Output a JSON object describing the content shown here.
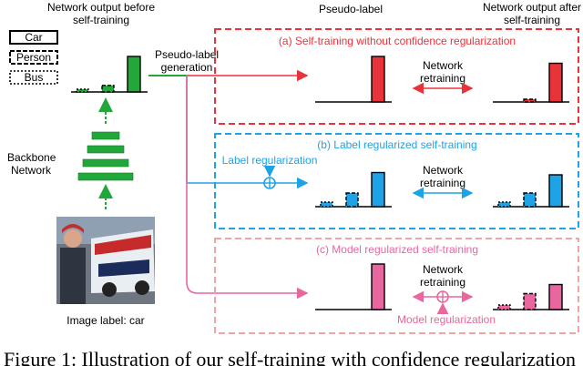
{
  "texts": {
    "net_output_before_line1": "Network output before",
    "net_output_before_line2": "self-training",
    "pseudo_label_header": "Pseudo-label",
    "net_output_after_line1": "Network output after",
    "net_output_after_line2": "self-training",
    "pseudo_gen_line1": "Pseudo-label",
    "pseudo_gen_line2": "generation",
    "backbone_line1": "Backbone",
    "backbone_line2": "Network",
    "image_label": "Image label: car",
    "caption": "Figure 1: Illustration of our self-training with confidence regularization"
  },
  "legend": {
    "car": "Car",
    "person": "Person",
    "bus": "Bus"
  },
  "panels": {
    "a": {
      "title": "(a) Self-training without confidence regularization",
      "retrain_line1": "Network",
      "retrain_line2": "retraining",
      "color": "#e8333a"
    },
    "b": {
      "title": "(b) Label regularized self-training",
      "retrain_line1": "Network",
      "retrain_line2": "retraining",
      "regularization": "Label regularization",
      "color": "#1ea3e6"
    },
    "c": {
      "title": "(c) Model regularized self-training",
      "retrain_line1": "Network",
      "retrain_line2": "retraining",
      "regularization": "Model regularization",
      "color": "#e8679f"
    }
  },
  "colors": {
    "green": "#22a83a",
    "red": "#e8333a",
    "blue": "#1ea3e6",
    "pink": "#e8679f",
    "panel_a_border": "#e8333a",
    "panel_b_border": "#1ea3e6",
    "panel_c_border": "#f0a4a4"
  },
  "chart_data": [
    {
      "type": "bar",
      "id": "before",
      "categories": [
        "Bus",
        "Person",
        "Car"
      ],
      "values": [
        0.05,
        0.12,
        0.65
      ],
      "color": "#22a83a"
    },
    {
      "type": "bar",
      "id": "a_pseudo",
      "categories": [
        "Bus",
        "Person",
        "Car"
      ],
      "values": [
        0.0,
        0.0,
        1.0
      ],
      "color": "#e8333a"
    },
    {
      "type": "bar",
      "id": "a_after",
      "categories": [
        "Bus",
        "Person",
        "Car"
      ],
      "values": [
        0.0,
        0.05,
        0.85
      ],
      "color": "#e8333a"
    },
    {
      "type": "bar",
      "id": "b_pseudo",
      "categories": [
        "Bus",
        "Person",
        "Car"
      ],
      "values": [
        0.1,
        0.3,
        0.75
      ],
      "color": "#1ea3e6"
    },
    {
      "type": "bar",
      "id": "b_after",
      "categories": [
        "Bus",
        "Person",
        "Car"
      ],
      "values": [
        0.1,
        0.3,
        0.7
      ],
      "color": "#1ea3e6"
    },
    {
      "type": "bar",
      "id": "c_pseudo",
      "categories": [
        "Bus",
        "Person",
        "Car"
      ],
      "values": [
        0.0,
        0.0,
        1.0
      ],
      "color": "#e8679f"
    },
    {
      "type": "bar",
      "id": "c_after",
      "categories": [
        "Bus",
        "Person",
        "Car"
      ],
      "values": [
        0.1,
        0.35,
        0.55
      ],
      "color": "#e8679f"
    }
  ]
}
